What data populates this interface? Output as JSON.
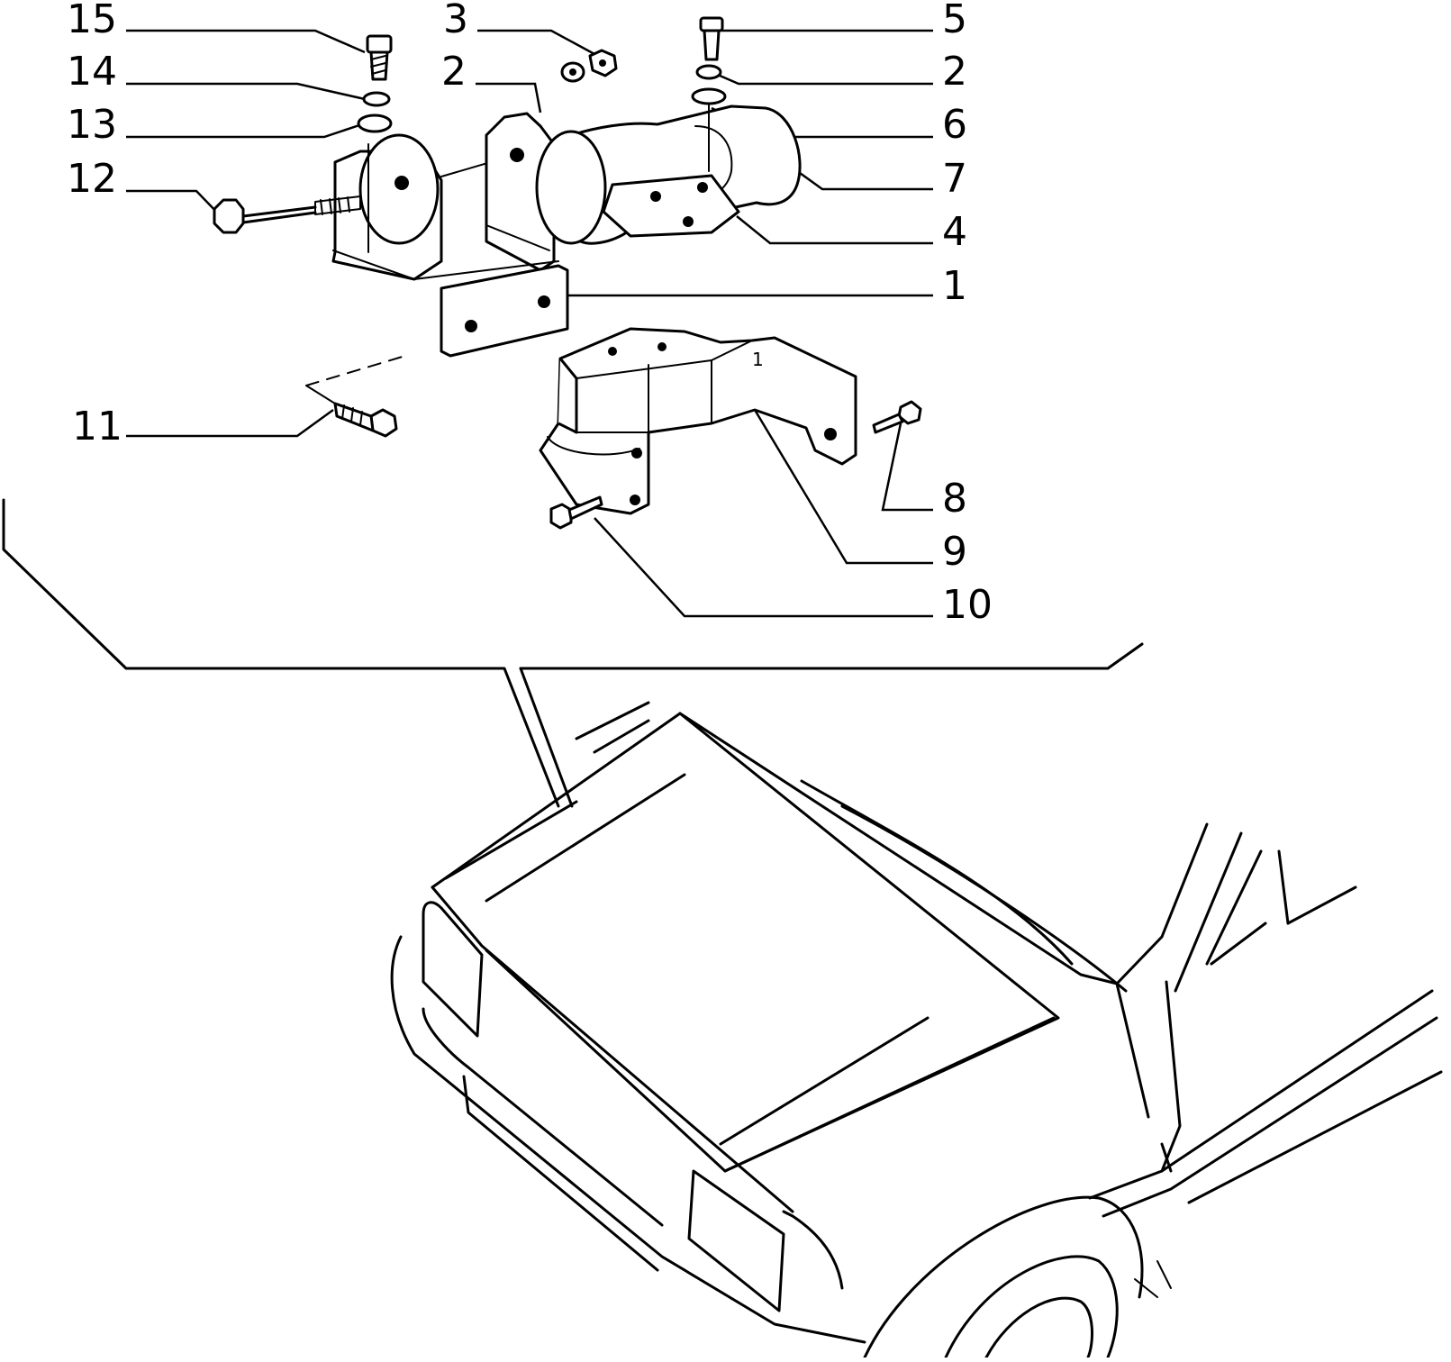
{
  "callouts": [
    {
      "id": "15",
      "label": "15"
    },
    {
      "id": "14",
      "label": "14"
    },
    {
      "id": "13",
      "label": "13"
    },
    {
      "id": "12",
      "label": "12"
    },
    {
      "id": "11",
      "label": "11"
    },
    {
      "id": "3",
      "label": "3"
    },
    {
      "id": "2a",
      "label": "2"
    },
    {
      "id": "5",
      "label": "5"
    },
    {
      "id": "2b",
      "label": "2"
    },
    {
      "id": "6",
      "label": "6"
    },
    {
      "id": "7",
      "label": "7"
    },
    {
      "id": "4",
      "label": "4"
    },
    {
      "id": "1",
      "label": "1"
    },
    {
      "id": "8",
      "label": "8"
    },
    {
      "id": "9",
      "label": "9"
    },
    {
      "id": "10",
      "label": "10"
    }
  ],
  "bracket_marking": "1"
}
